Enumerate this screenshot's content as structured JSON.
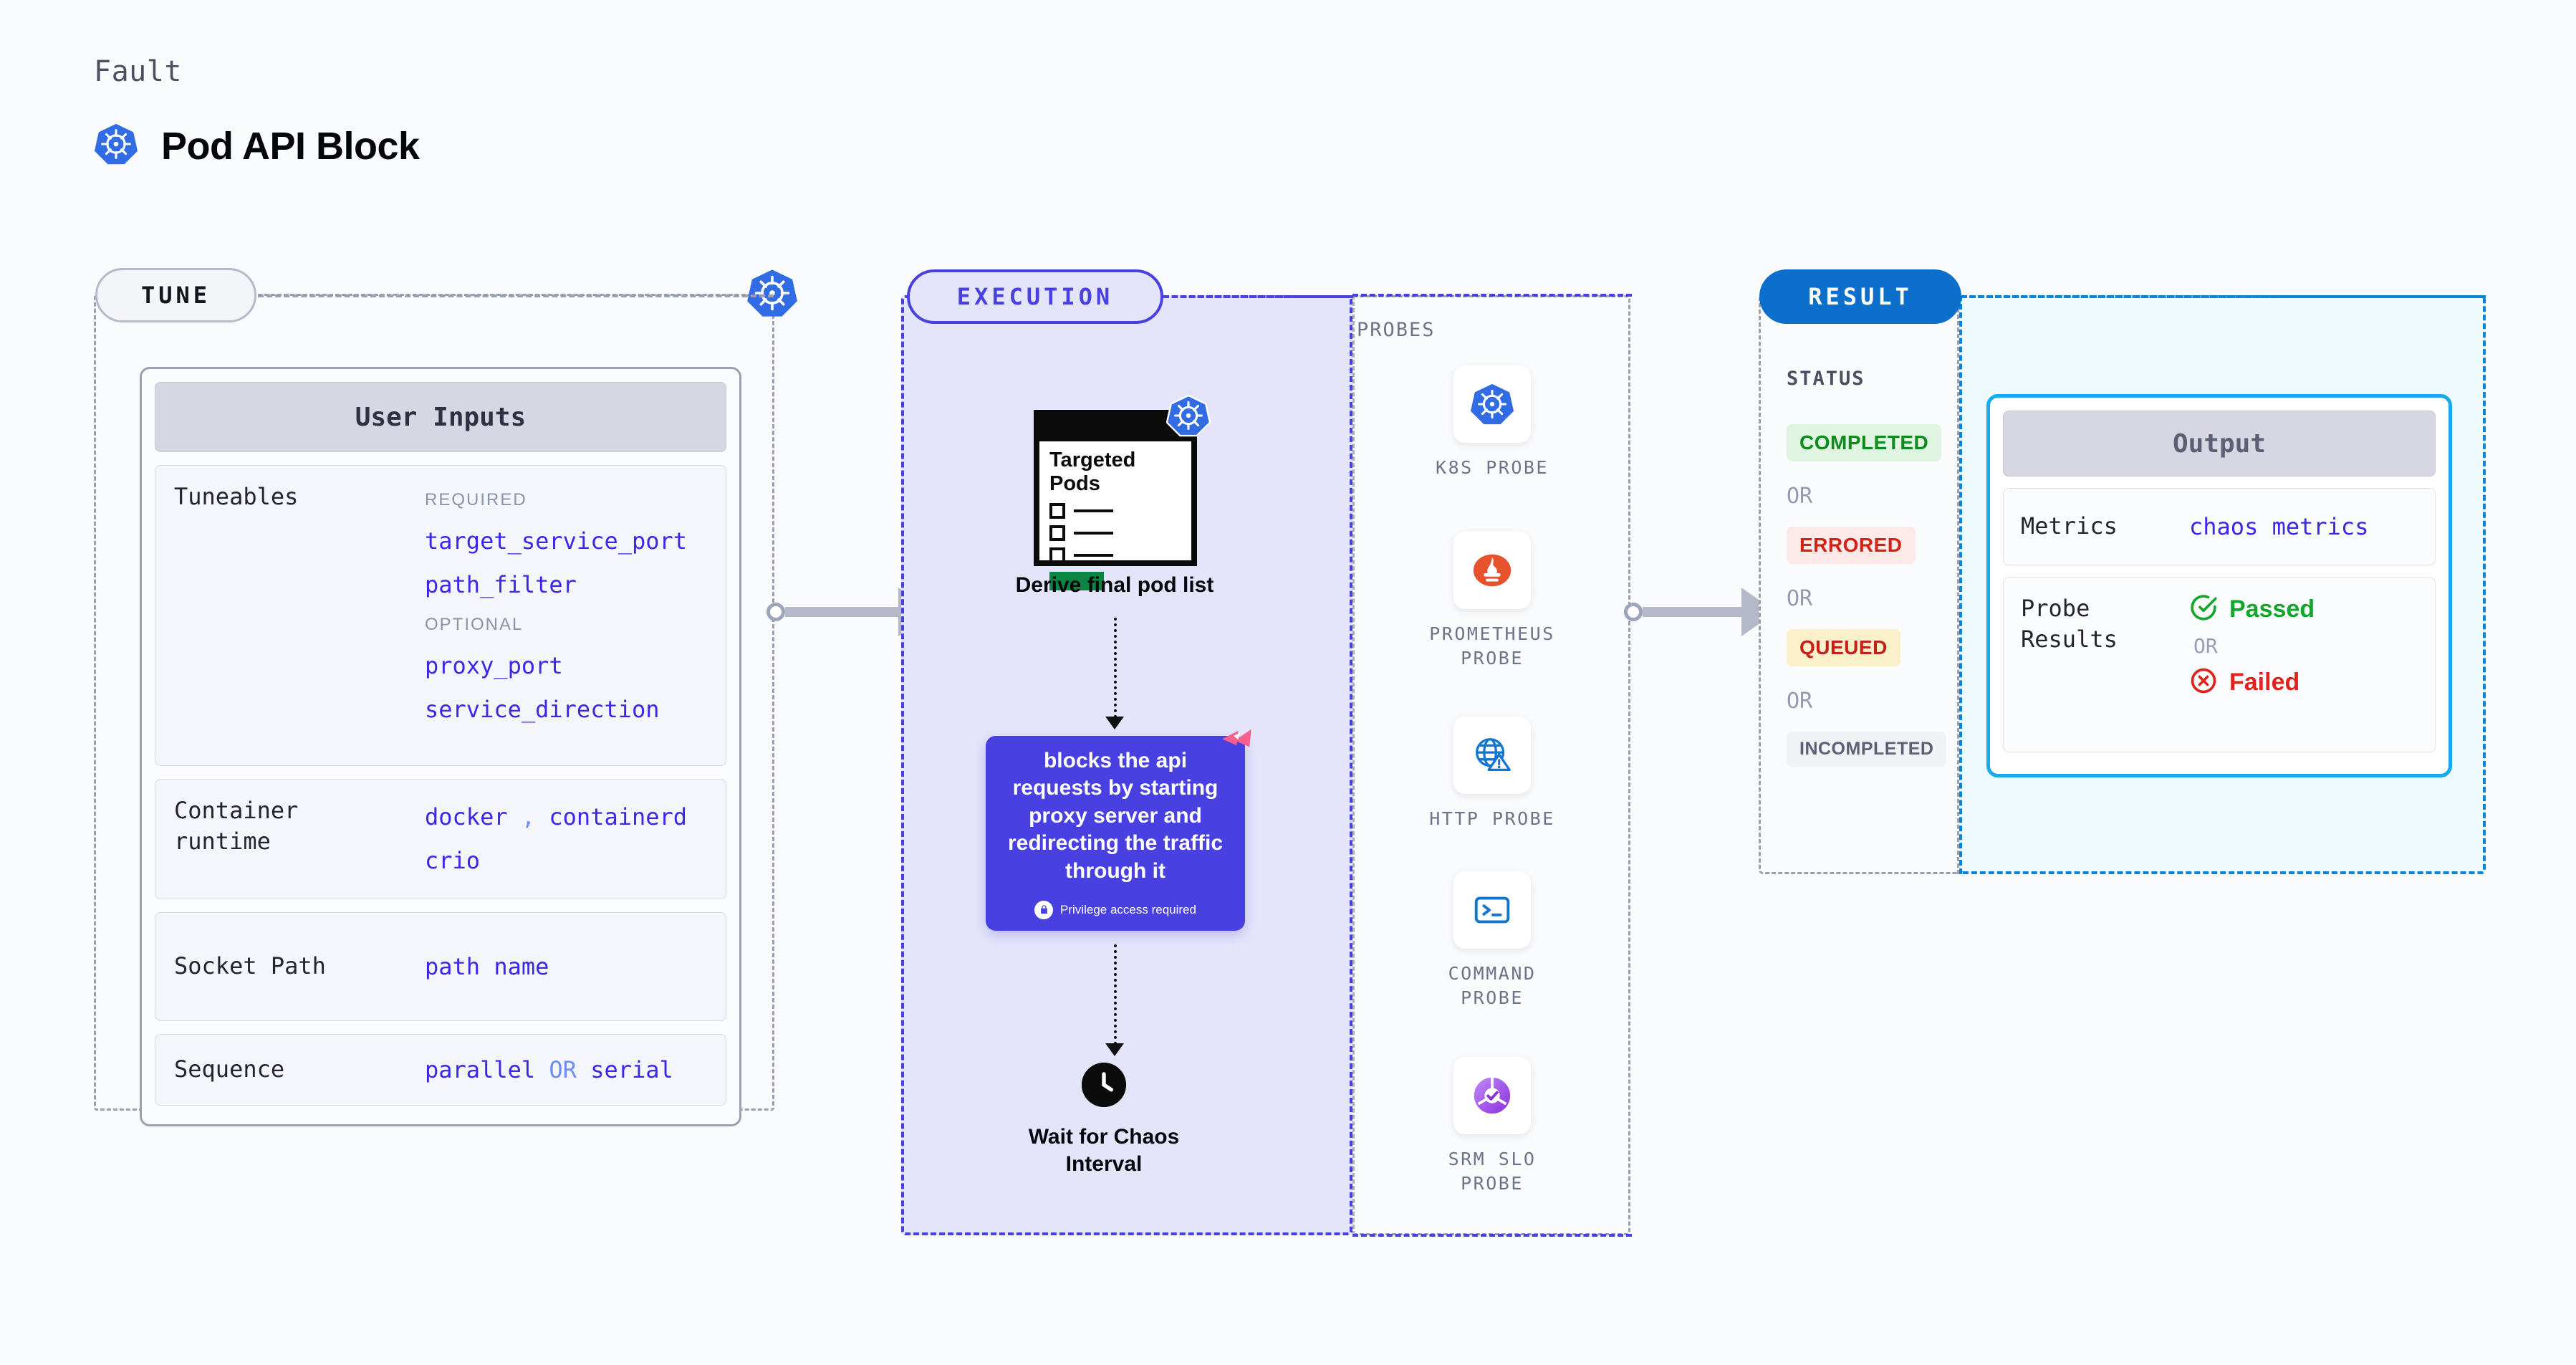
{
  "header": {
    "eyebrow": "Fault",
    "title": "Pod API Block",
    "icon": "kubernetes-icon"
  },
  "stages": {
    "tune": {
      "label": "TUNE",
      "border_color": "#9aa0b0",
      "badge_icon": "kubernetes-icon"
    },
    "execution": {
      "label": "EXECUTION",
      "border_color": "#4840e0",
      "fill": "#e4e4fb"
    },
    "result": {
      "label": "RESULT",
      "pill_bg": "#0b6fcb",
      "output_border": "#19aaee",
      "output_fill": "#eefaff"
    }
  },
  "tune": {
    "card_title": "User Inputs",
    "rows": [
      {
        "key": "Tuneables",
        "groups": [
          {
            "label": "REQUIRED",
            "values": [
              "target_service_port",
              "path_filter"
            ]
          },
          {
            "label": "OPTIONAL",
            "values": [
              "proxy_port",
              "service_direction"
            ]
          }
        ]
      },
      {
        "key": "Container runtime",
        "values": [
          "docker",
          "containerd",
          "crio"
        ],
        "separator": ","
      },
      {
        "key": "Socket Path",
        "values": [
          "path name"
        ]
      },
      {
        "key": "Sequence",
        "values": [
          "parallel",
          "serial"
        ],
        "separator": "OR"
      }
    ]
  },
  "execution": {
    "nodes": [
      {
        "type": "pod-list",
        "card_title": "Targeted\nPods",
        "title_line1": "Targeted",
        "title_line2": "Pods",
        "badge_icon": "kubernetes-icon",
        "label": "Derive final pod list"
      },
      {
        "type": "action",
        "text": "blocks the api requests by starting proxy server and redirecting the traffic through it",
        "privilege_note": "Privilege access required",
        "privilege_icon": "lock-icon",
        "corner_icon": "litmuschaos-logo",
        "bg": "#4840e0"
      },
      {
        "type": "wait",
        "icon": "clock-icon",
        "label_line1": "Wait for Chaos",
        "label_line2": "Interval"
      }
    ]
  },
  "probes": {
    "title": "PROBES",
    "items": [
      {
        "icon": "kubernetes-icon",
        "label_line1": "K8S  PROBE",
        "label_line2": ""
      },
      {
        "icon": "prometheus-icon",
        "label_line1": "PROMETHEUS",
        "label_line2": "PROBE"
      },
      {
        "icon": "http-globe-warning-icon",
        "label_line1": "HTTP  PROBE",
        "label_line2": ""
      },
      {
        "icon": "command-terminal-icon",
        "label_line1": "COMMAND",
        "label_line2": "PROBE"
      },
      {
        "icon": "srm-slo-donut-icon",
        "label_line1": "SRM  SLO",
        "label_line2": "PROBE"
      }
    ]
  },
  "result": {
    "status_title": "STATUS",
    "statuses": [
      {
        "label": "COMPLETED",
        "bg": "#dff5e1",
        "fg": "#0f8a1f"
      },
      {
        "label": "ERRORED",
        "bg": "#fde9e7",
        "fg": "#d32118"
      },
      {
        "label": "QUEUED",
        "bg": "#fcf0ca",
        "fg": "#c32019"
      },
      {
        "label": "INCOMPLETED",
        "bg": "#f1f2f6",
        "fg": "#5b6074"
      }
    ],
    "or_label": "OR",
    "output": {
      "title": "Output",
      "metrics_key": "Metrics",
      "metrics_value": "chaos metrics",
      "probe_key": "Probe Results",
      "probe_key_line1": "Probe",
      "probe_key_line2": "Results",
      "passed_label": "Passed",
      "passed_icon": "check-circle-icon",
      "failed_label": "Failed",
      "failed_icon": "x-circle-icon",
      "or_label": "OR"
    }
  }
}
